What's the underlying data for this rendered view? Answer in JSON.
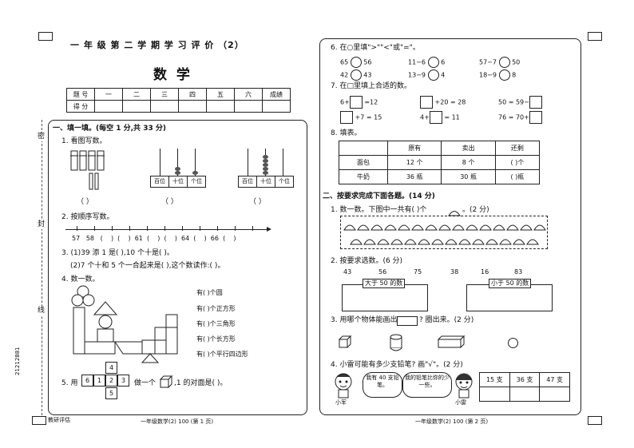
{
  "page": {
    "header_title": "一 年 级 第 二 学 期 学 习 评 价 （2）",
    "subject": "数 学",
    "score_table": {
      "row1": [
        "题 号",
        "一",
        "二",
        "三",
        "四",
        "五",
        "六",
        "成绩"
      ],
      "row2": [
        "得 分"
      ]
    },
    "side_labels": [
      "密",
      "封",
      "线"
    ],
    "side_code": "21212881",
    "footer_left_badge": "教研评估",
    "footer_left": "一年级数学(2) 100 (第 1 页)",
    "footer_right": "一年级数学(2) 100 (第 2 页)"
  },
  "section1": {
    "title": "一、填一填。(每空 1 分,共 33 分)",
    "q1": {
      "title": "1. 看图写数。",
      "pv_labels": [
        "百位",
        "十位",
        "个位"
      ],
      "blank": "（        ）"
    },
    "q2": {
      "title": "2. 按顺序写数。",
      "labels": [
        "57",
        "58",
        "(",
        ")",
        "(",
        ")",
        "61",
        "(",
        ")",
        "(",
        ")",
        "64",
        "(",
        ")",
        "66",
        "(",
        ")"
      ]
    },
    "q3": {
      "line1": "3. (1)39 添 1 是(          ),10 个十是(          )。",
      "line2": "(2)7 个十和 5 个一合起来是(          ),这个数读作:(                    )。"
    },
    "q4": {
      "title": "4. 数一数。",
      "items": [
        "有(        )个圆",
        "有(        )个正方形",
        "有(        )个三角形",
        "有(        )个长方形",
        "有(        )个平行四边形"
      ]
    },
    "q5": {
      "prefix": "5. 用",
      "cells_row": [
        "6",
        "1",
        "2"
      ],
      "cells_col": [
        "4",
        "3",
        "5"
      ],
      "middle": "做一个",
      "suffix": ",1 的对面是(          )。"
    }
  },
  "section_right": {
    "q6": {
      "title": "6. 在○里填\">\"\"<\"或\"=\"。",
      "rows": [
        [
          [
            "65",
            "56"
          ],
          [
            "11−6",
            "6"
          ],
          [
            "57−7",
            "50"
          ]
        ],
        [
          [
            "42",
            "43"
          ],
          [
            "13−9",
            "4"
          ],
          [
            "18−9",
            "8"
          ]
        ]
      ]
    },
    "q7": {
      "title": "7. 在□里填上合适的数。",
      "row1": [
        "6+",
        "=12",
        "+20 = 28",
        "50 = 59−"
      ],
      "row2": [
        "+7 = 15",
        "4+",
        "= 11",
        "76 = 70+"
      ]
    },
    "q8": {
      "title": "8. 填表。",
      "headers": [
        "",
        "原有",
        "卖出",
        "还剩"
      ],
      "rows": [
        [
          "面包",
          "12 个",
          "8 个",
          "(        )个"
        ],
        [
          "牛奶",
          "36 瓶",
          "30 瓶",
          "(        )瓶"
        ]
      ]
    }
  },
  "section2": {
    "title": "二、按要求完成下面各题。(14 分)",
    "q1": {
      "title": "1. 数一数。下图中一共有(        )个",
      "suffix": "。(2 分)"
    },
    "q2": {
      "title": "2. 按要求选数。(6 分)",
      "numbers": [
        "43",
        "56",
        "75",
        "38",
        "16",
        "83"
      ],
      "box_left": "大于 50 的数",
      "box_right": "小于 50 的数"
    },
    "q3": {
      "prefix": "3. 用哪个物体能画出",
      "suffix": "? 圈出来。(2 分)"
    },
    "q4": {
      "title": "4. 小雷可能有多少支铅笔? 画\"√\"。(2 分)",
      "bubble1": "我有 40 支铅笔。",
      "bubble2": "我的铅笔比你的少一些。",
      "name1": "小军",
      "name2": "小雷",
      "options": [
        "15 支",
        "36 支",
        "47 支"
      ]
    }
  }
}
